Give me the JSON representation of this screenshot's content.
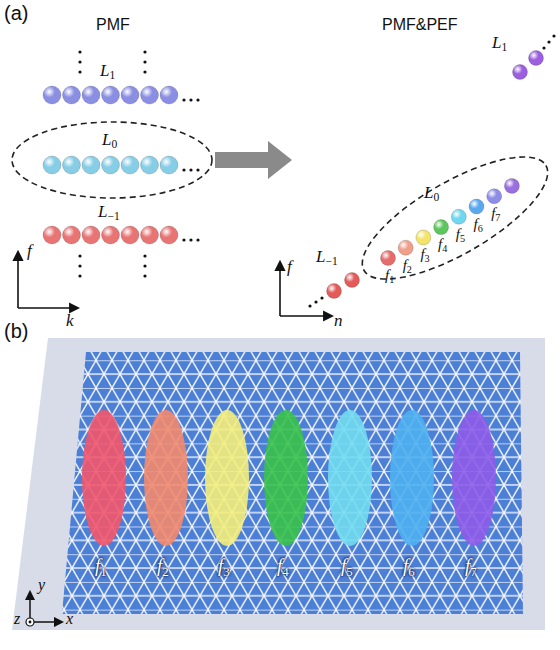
{
  "diagram": {
    "labels": [
      "(a)",
      "PMF",
      "PMF&PEF",
      "L1",
      "L0",
      "L−1",
      "f",
      "k",
      "L1",
      "L0",
      "f1",
      "f2",
      "f3",
      "f4",
      "f5",
      "f6",
      "f7",
      "L−1",
      "f",
      "n",
      "(b)",
      "y",
      "f1",
      "f2",
      "f3",
      "f4",
      "f5",
      "f6",
      "f7",
      "z",
      "x"
    ]
  }
}
